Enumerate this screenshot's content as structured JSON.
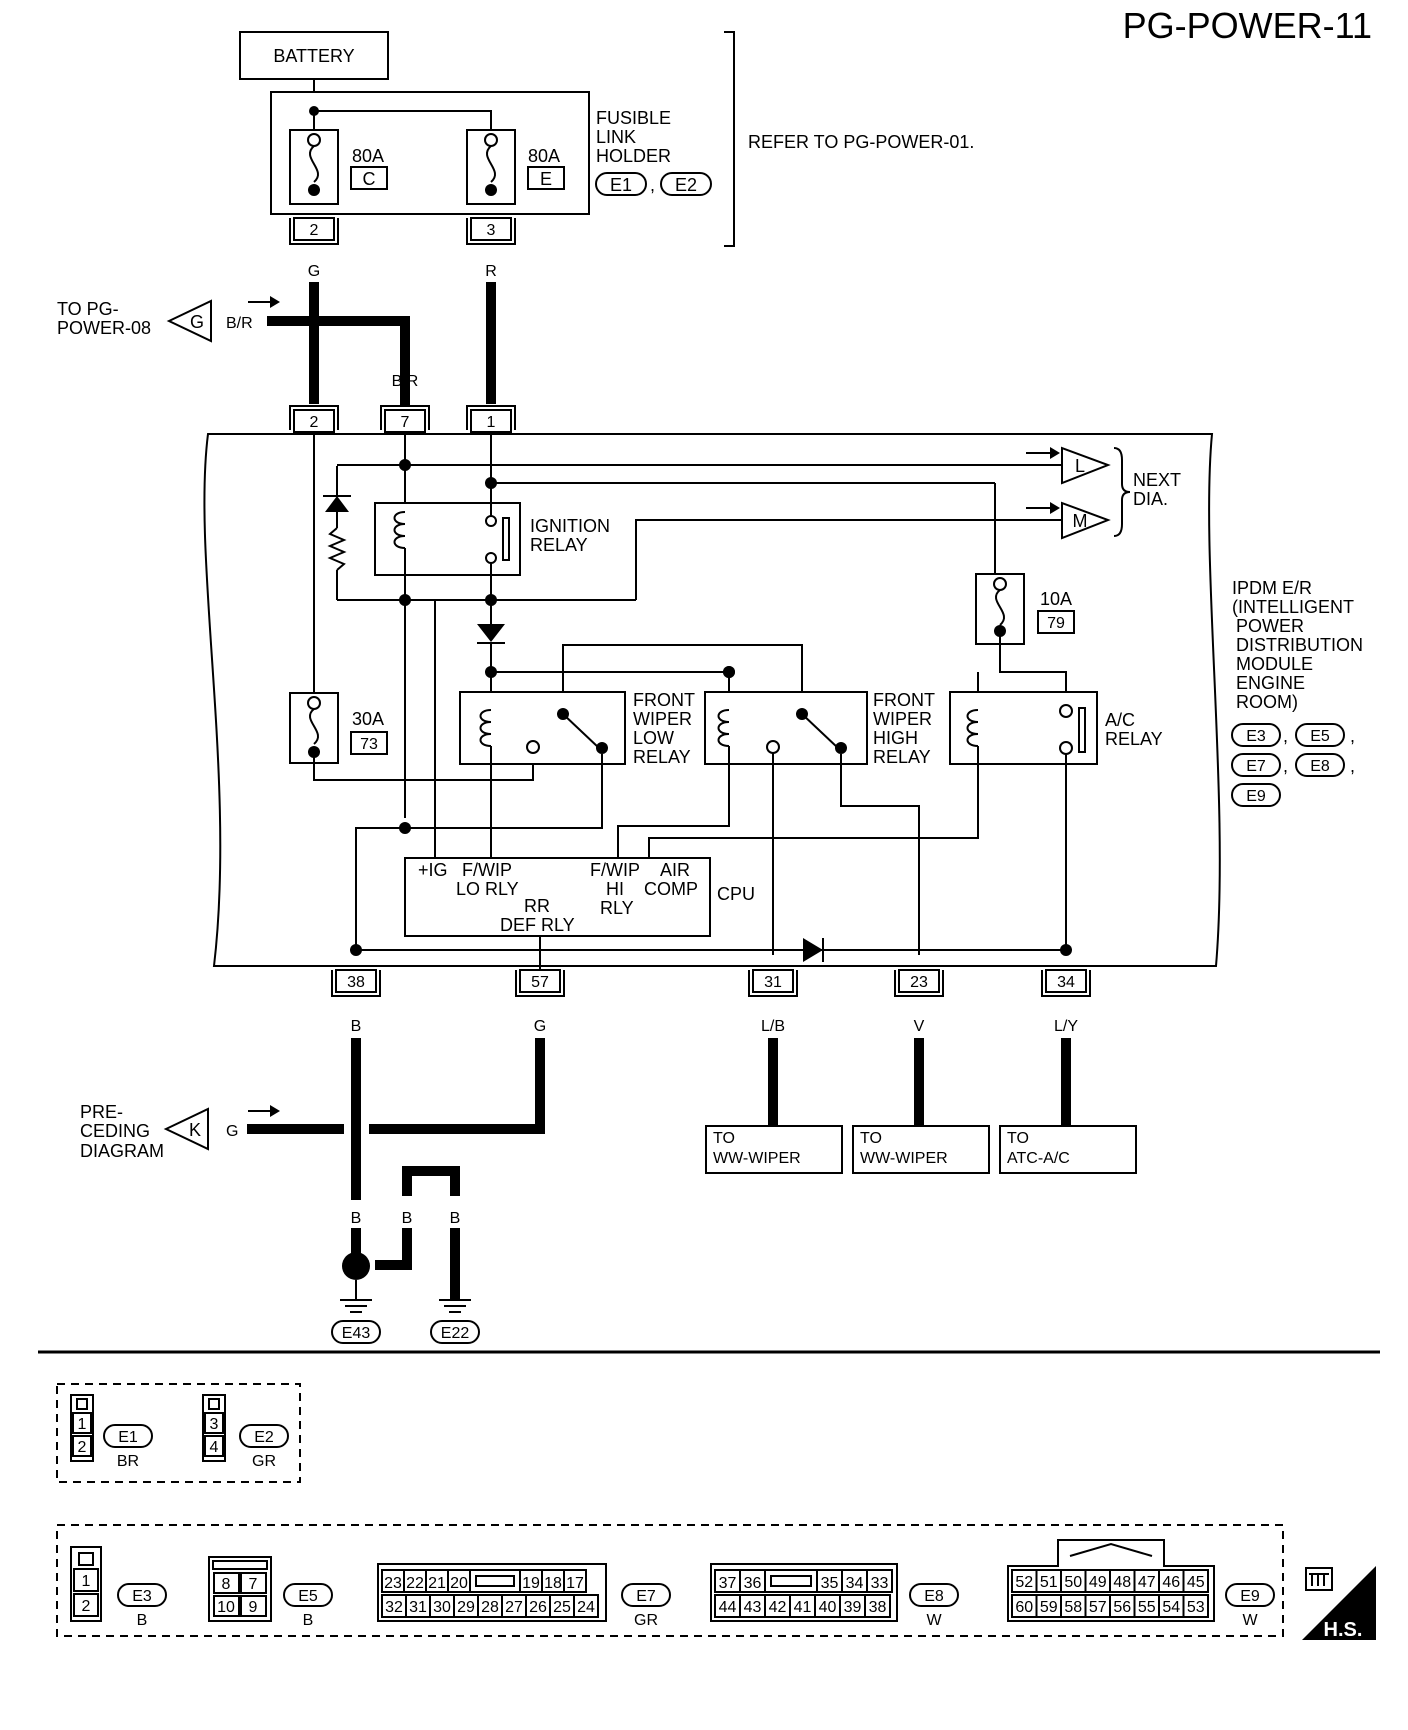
{
  "page_id": "PG-POWER-11",
  "battery": "BATTERY",
  "fusible_link": {
    "label_lines": [
      "FUSIBLE",
      "LINK",
      "HOLDER"
    ],
    "connectors": [
      "E1",
      "E2"
    ],
    "fuses": [
      {
        "rating": "80A",
        "id": "C",
        "terminal": "2",
        "wire": "G"
      },
      {
        "rating": "80A",
        "id": "E",
        "terminal": "3",
        "wire": "R"
      }
    ]
  },
  "refer_text": "REFER TO PG-POWER-01.",
  "offpage": {
    "g": {
      "lines": [
        "TO PG-",
        "POWER-08"
      ],
      "letter": "G",
      "wire": "B/R"
    },
    "k": {
      "lines": [
        "PRE-",
        "CEDING",
        "DIAGRAM"
      ],
      "letter": "K",
      "wire": "G"
    },
    "l": {
      "letter": "L"
    },
    "m": {
      "letter": "M"
    },
    "next": [
      "NEXT",
      "DIA."
    ]
  },
  "ipdm": {
    "lines": [
      "IPDM E/R",
      "(INTELLIGENT",
      "POWER",
      "DISTRIBUTION",
      "MODULE",
      "ENGINE",
      "ROOM)"
    ],
    "connectors": [
      "E3",
      "E5",
      "E7",
      "E8",
      "E9"
    ],
    "top_terminals": [
      {
        "no": "2",
        "wire": "G"
      },
      {
        "no": "7",
        "wire": "B/R"
      },
      {
        "no": "1",
        "wire": "R"
      }
    ],
    "bottom_terminals": [
      {
        "no": "38",
        "wire": "B"
      },
      {
        "no": "57",
        "wire": "G"
      },
      {
        "no": "31",
        "wire": "L/B"
      },
      {
        "no": "23",
        "wire": "V"
      },
      {
        "no": "34",
        "wire": "L/Y"
      }
    ]
  },
  "relays": {
    "ignition": [
      "IGNITION",
      "RELAY"
    ],
    "low": [
      "FRONT",
      "WIPER",
      "LOW",
      "RELAY"
    ],
    "high": [
      "FRONT",
      "WIPER",
      "HIGH",
      "RELAY"
    ],
    "ac": [
      "A/C",
      "RELAY"
    ]
  },
  "fuses": {
    "f10": {
      "rating": "10A",
      "no": "79"
    },
    "f30": {
      "rating": "30A",
      "no": "73"
    }
  },
  "cpu": {
    "label": "CPU",
    "ig": "+IG",
    "fwip_lo": [
      "F/WIP",
      "LO RLY"
    ],
    "rr_def": [
      "RR",
      "DEF RLY"
    ],
    "fwip_hi": [
      "F/WIP",
      "HI",
      "RLY"
    ],
    "air_comp": [
      "AIR",
      "COMP"
    ]
  },
  "destinations": [
    {
      "lines": [
        "TO",
        "WW-WIPER"
      ]
    },
    {
      "lines": [
        "TO",
        "WW-WIPER"
      ]
    },
    {
      "lines": [
        "TO",
        "ATC-A/C"
      ]
    }
  ],
  "grounds": {
    "wires": [
      "B",
      "B",
      "B"
    ],
    "ids": [
      "E43",
      "E22"
    ]
  },
  "connector_views": {
    "e1": {
      "id": "E1",
      "color": "BR",
      "pins": [
        "1",
        "2"
      ]
    },
    "e2": {
      "id": "E2",
      "color": "GR",
      "pins": [
        "3",
        "4"
      ]
    },
    "e3": {
      "id": "E3",
      "color": "B",
      "pins": [
        "1",
        "2"
      ]
    },
    "e5": {
      "id": "E5",
      "color": "B",
      "pins": [
        "8",
        "7",
        "10",
        "9"
      ]
    },
    "e7": {
      "id": "E7",
      "color": "GR",
      "top": [
        "23",
        "22",
        "21",
        "20",
        "",
        "19",
        "18",
        "17"
      ],
      "bottom": [
        "32",
        "31",
        "30",
        "29",
        "28",
        "27",
        "26",
        "25",
        "24"
      ]
    },
    "e8": {
      "id": "E8",
      "color": "W",
      "top": [
        "37",
        "36",
        "",
        "35",
        "34",
        "33"
      ],
      "bottom": [
        "44",
        "43",
        "42",
        "41",
        "40",
        "39",
        "38"
      ]
    },
    "e9": {
      "id": "E9",
      "color": "W",
      "top": [
        "52",
        "51",
        "50",
        "49",
        "48",
        "47",
        "46",
        "45"
      ],
      "bottom": [
        "60",
        "59",
        "58",
        "57",
        "56",
        "55",
        "54",
        "53"
      ]
    }
  },
  "hs_badge": "H.S."
}
